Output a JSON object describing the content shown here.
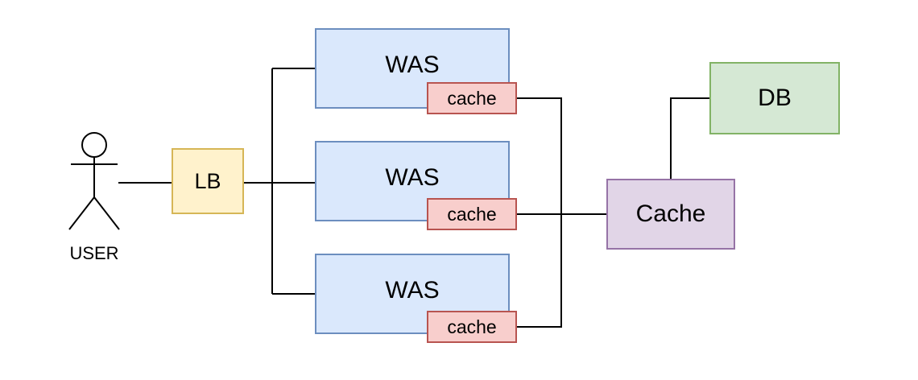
{
  "user": {
    "label": "USER"
  },
  "load_balancer": {
    "label": "LB"
  },
  "was_servers": [
    {
      "label": "WAS",
      "cache_label": "cache"
    },
    {
      "label": "WAS",
      "cache_label": "cache"
    },
    {
      "label": "WAS",
      "cache_label": "cache"
    }
  ],
  "shared_cache": {
    "label": "Cache"
  },
  "database": {
    "label": "DB"
  },
  "colors": {
    "lb_fill": "#fff2cc",
    "lb_stroke": "#d6b656",
    "was_fill": "#dae8fc",
    "was_stroke": "#6c8ebf",
    "local_cache_fill": "#f8cecc",
    "local_cache_stroke": "#b85450",
    "shared_cache_fill": "#e1d5e7",
    "shared_cache_stroke": "#9673a6",
    "db_fill": "#d5e8d4",
    "db_stroke": "#82b366"
  }
}
